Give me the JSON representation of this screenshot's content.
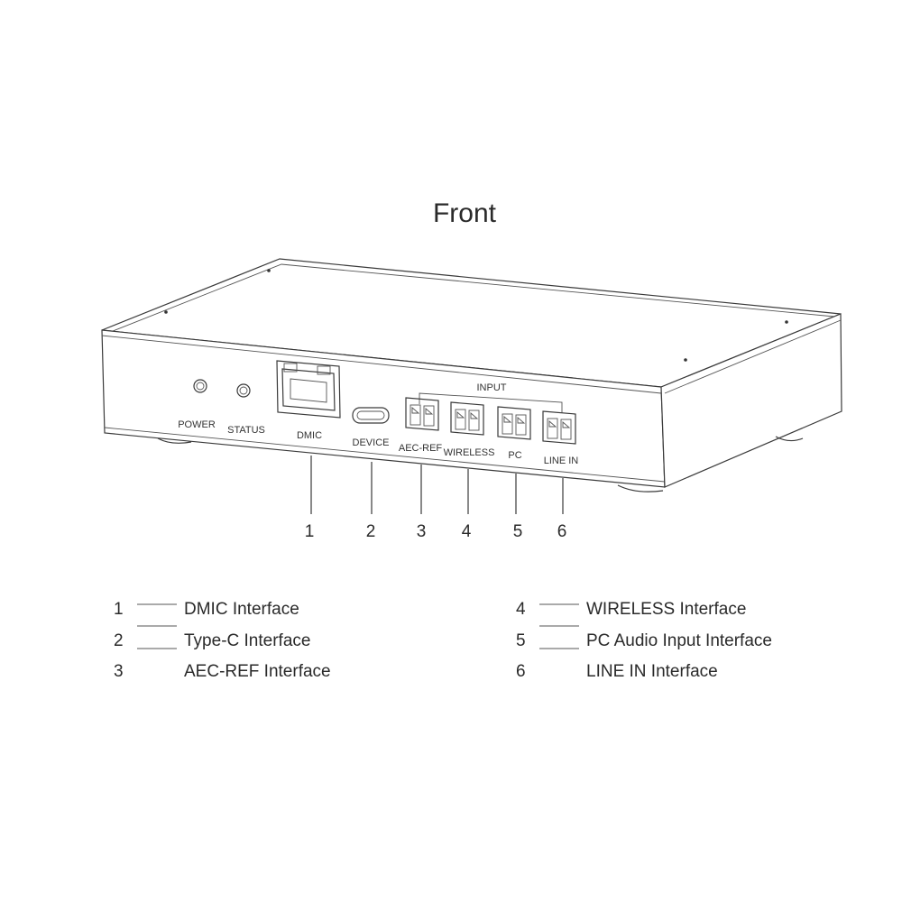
{
  "title": "Front",
  "panel": {
    "power": "POWER",
    "status": "STATUS",
    "dmic": "DMIC",
    "device": "DEVICE",
    "input_group": "INPUT",
    "aec_ref": "AEC-REF",
    "wireless": "WIRELESS",
    "pc": "PC",
    "line_in": "LINE IN"
  },
  "callouts": [
    "1",
    "2",
    "3",
    "4",
    "5",
    "6"
  ],
  "legend": [
    {
      "num": "1",
      "text": "DMIC Interface"
    },
    {
      "num": "2",
      "text": "Type-C Interface"
    },
    {
      "num": "3",
      "text": "AEC-REF Interface"
    },
    {
      "num": "4",
      "text": "WIRELESS Interface"
    },
    {
      "num": "5",
      "text": "PC Audio Input Interface"
    },
    {
      "num": "6",
      "text": "LINE IN Interface"
    }
  ]
}
